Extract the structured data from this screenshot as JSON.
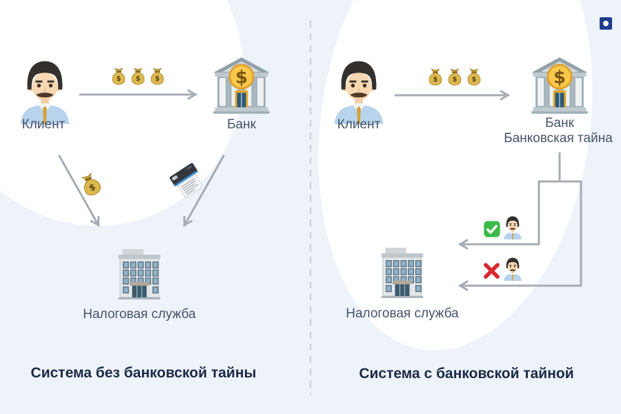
{
  "brand_mark": {
    "shape": "square-with-dot",
    "color": "#1c3c8e"
  },
  "left_panel": {
    "client_label": "Клиент",
    "bank_label": "Банк",
    "tax_label": "Налоговая служба",
    "caption": "Система без банковской тайны"
  },
  "right_panel": {
    "client_label": "Клиент",
    "bank_label": "Банк",
    "bank_sublabel": "Банковская тайна",
    "tax_label": "Налоговая служба",
    "caption": "Система с банковской тайной"
  },
  "icons": {
    "client": "man-icon",
    "bank": "bank-building-icon",
    "tax_service": "office-building-icon",
    "transfer": "money-bags-icon",
    "cash_disclosure": "money-bag-icon",
    "document_disclosure": "printer-icon",
    "request_approved": "check-mark-icon",
    "request_denied": "cross-mark-icon",
    "inspector": "man-icon"
  },
  "colors": {
    "background": "#edf3f9",
    "blob": "#ffffff",
    "arrow": "#a6abb4",
    "divider": "#c8ced8",
    "label_text": "#47536b",
    "caption_text": "#1b2946"
  }
}
